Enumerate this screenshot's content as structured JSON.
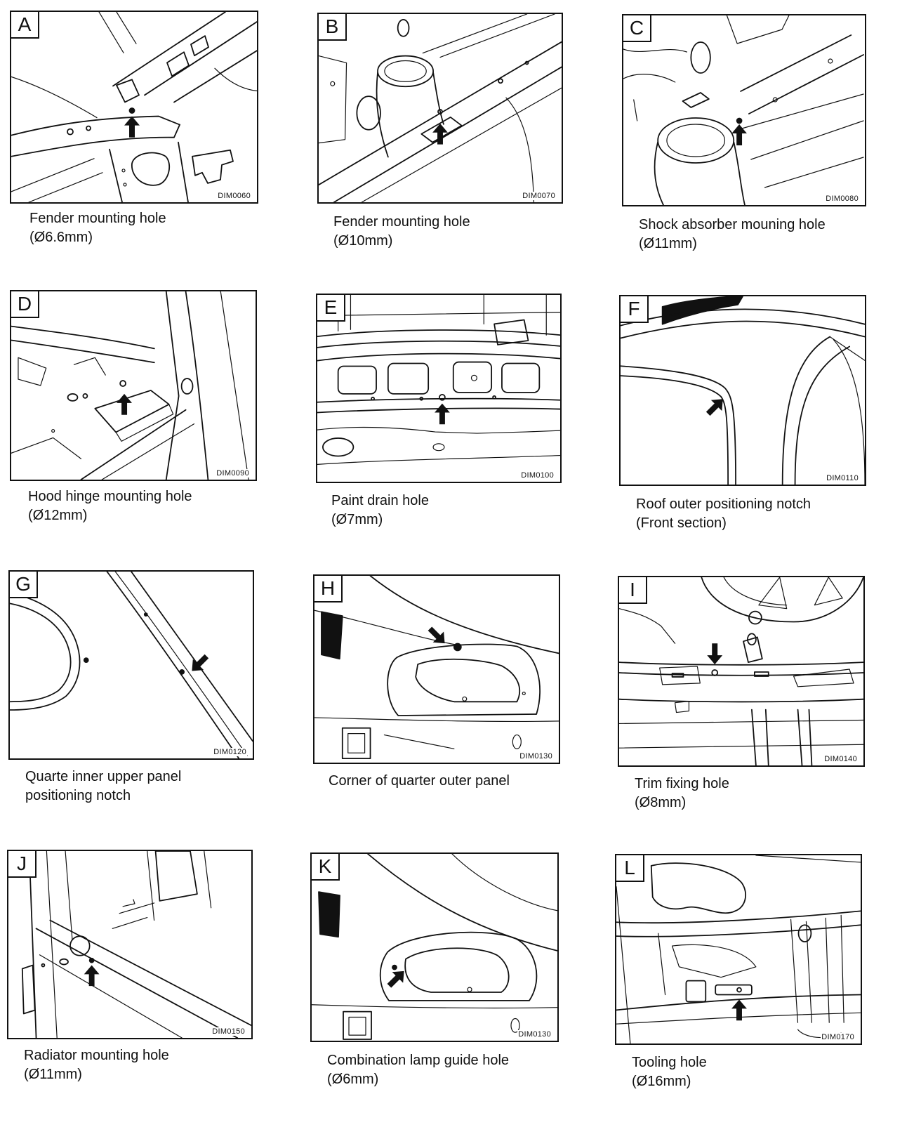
{
  "panels": [
    {
      "letter": "A",
      "code": "DIM0060",
      "caption": [
        "Fender mounting hole",
        "(Ø6.6mm)"
      ],
      "indicator": "arrow-up-icon"
    },
    {
      "letter": "B",
      "code": "DIM0070",
      "caption": [
        "Fender mounting hole",
        "(Ø10mm)"
      ],
      "indicator": "arrow-up-icon"
    },
    {
      "letter": "C",
      "code": "DIM0080",
      "caption": [
        "Shock absorber mouning hole",
        "(Ø11mm)"
      ],
      "indicator": "arrow-up-icon"
    },
    {
      "letter": "D",
      "code": "DIM0090",
      "caption": [
        "Hood hinge mounting hole",
        "(Ø12mm)"
      ],
      "indicator": "arrow-up-icon"
    },
    {
      "letter": "E",
      "code": "DIM0100",
      "caption": [
        "Paint drain hole",
        "(Ø7mm)"
      ],
      "indicator": "arrow-up-icon"
    },
    {
      "letter": "F",
      "code": "DIM0110",
      "caption": [
        "Roof outer positioning notch",
        "(Front section)"
      ],
      "indicator": "arrow-up-right-icon"
    },
    {
      "letter": "G",
      "code": "DIM0120",
      "caption": [
        "Quarte inner upper panel",
        "positioning notch"
      ],
      "indicator": "arrow-down-left-icon"
    },
    {
      "letter": "H",
      "code": "DIM0130",
      "caption": [
        "Corner of quarter outer panel"
      ],
      "indicator": "arrow-down-right-icon"
    },
    {
      "letter": "I",
      "code": "DIM0140",
      "caption": [
        "Trim fixing hole",
        "(Ø8mm)"
      ],
      "indicator": "arrow-down-icon"
    },
    {
      "letter": "J",
      "code": "DIM0150",
      "caption": [
        "Radiator mounting hole",
        "(Ø11mm)"
      ],
      "indicator": "arrow-up-icon"
    },
    {
      "letter": "K",
      "code": "DIM0130",
      "caption": [
        "Combination lamp guide hole",
        "(Ø6mm)"
      ],
      "indicator": "arrow-up-right-icon"
    },
    {
      "letter": "L",
      "code": "DIM0170",
      "caption": [
        "Tooling hole",
        "(Ø16mm)"
      ],
      "indicator": "arrow-up-icon"
    }
  ]
}
